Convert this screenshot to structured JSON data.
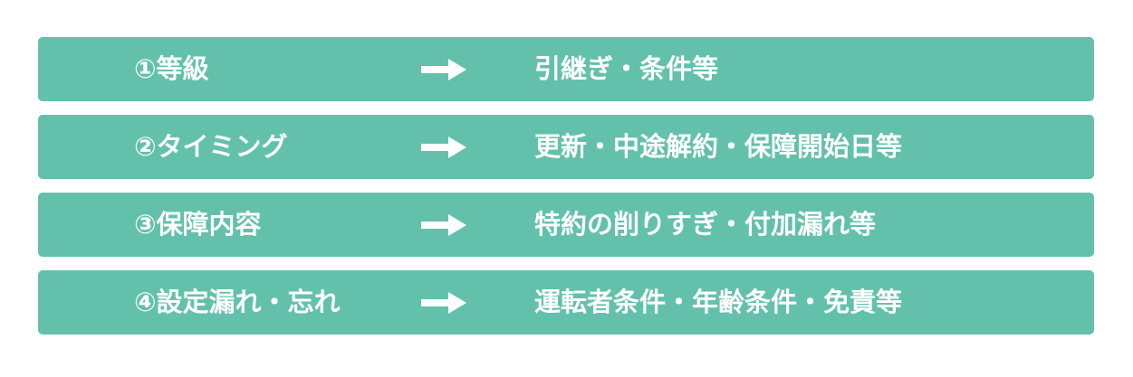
{
  "rows": [
    {
      "label": "①等級",
      "value": "引継ぎ・条件等"
    },
    {
      "label": "②タイミング",
      "value": "更新・中途解約・保障開始日等"
    },
    {
      "label": "③保障内容",
      "value": "特約の削りすぎ・付加漏れ等"
    },
    {
      "label": "④設定漏れ・忘れ",
      "value": "運転者条件・年齢条件・免責等"
    }
  ],
  "colors": {
    "row_background": "#63c1ab",
    "text": "#ffffff",
    "page_background": "#ffffff"
  },
  "icons": {
    "arrow": "right-arrow-icon"
  }
}
